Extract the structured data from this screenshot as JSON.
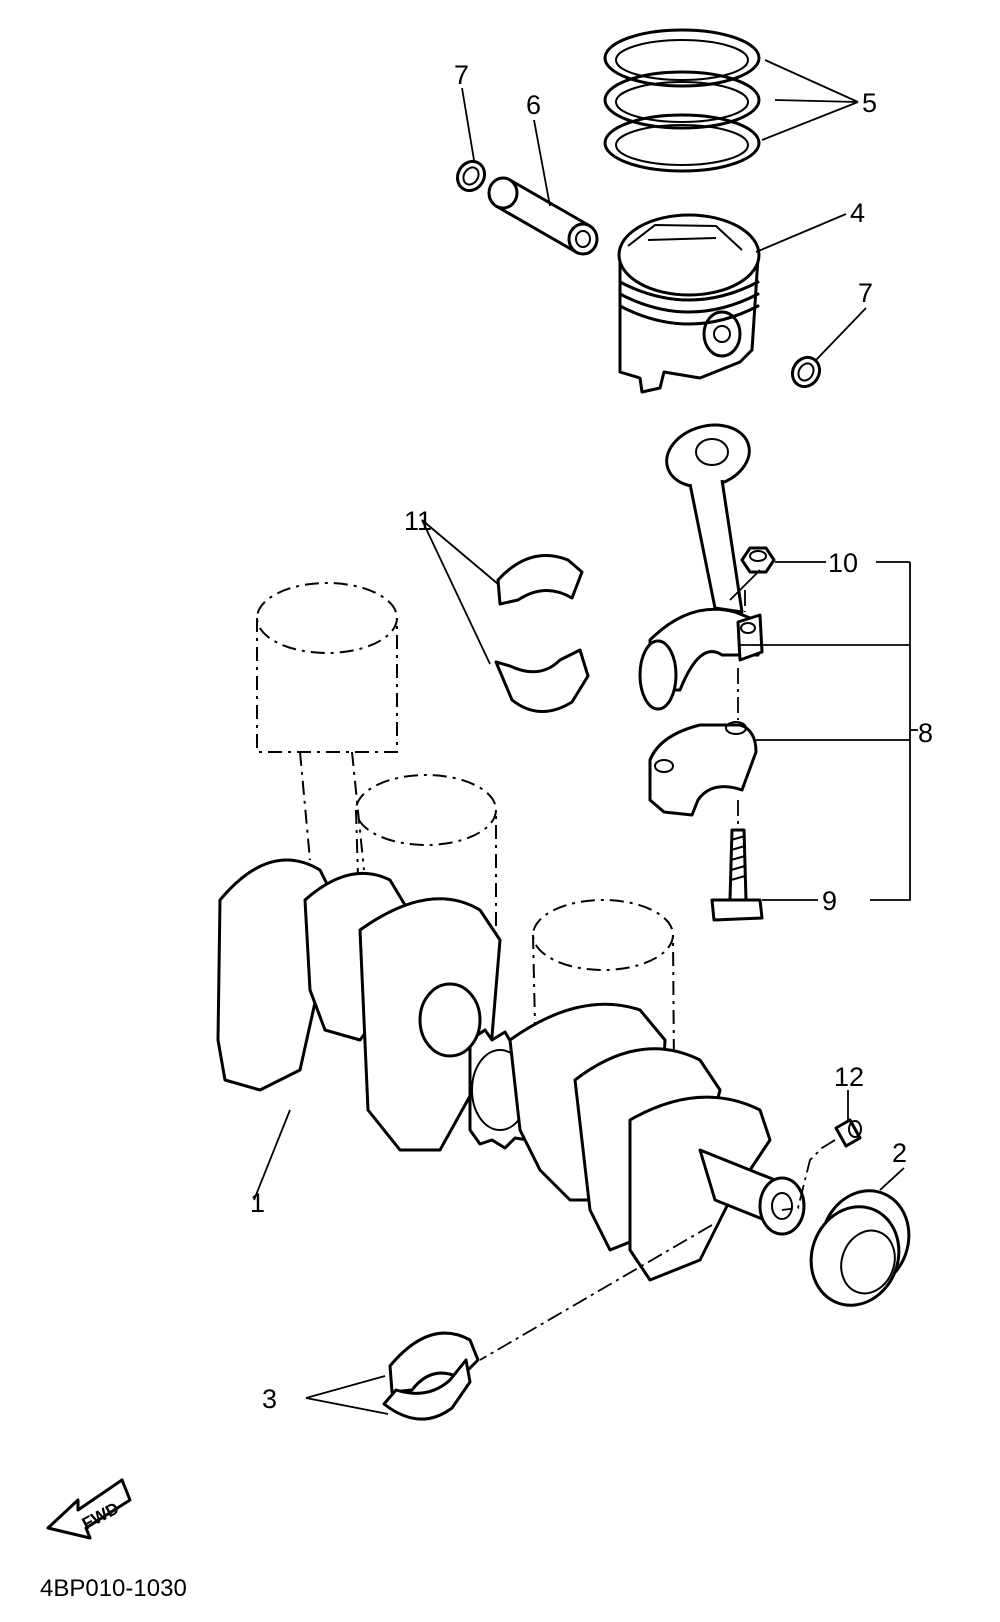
{
  "callouts": {
    "c1": "1",
    "c2": "2",
    "c3": "3",
    "c4": "4",
    "c5": "5",
    "c6": "6",
    "c7a": "7",
    "c7b": "7",
    "c8": "8",
    "c9": "9",
    "c10": "10",
    "c11": "11",
    "c12": "12"
  },
  "fwd_label": "FWD",
  "diagram_code": "4BP010-1030"
}
